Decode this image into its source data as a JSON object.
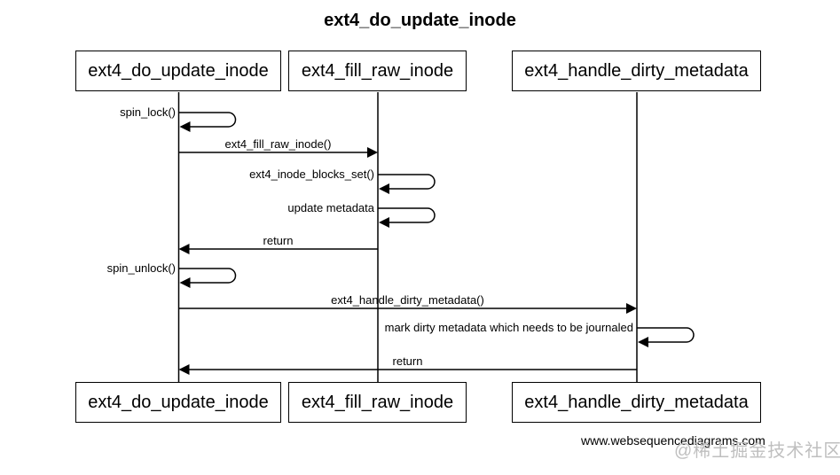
{
  "title": "ext4_do_update_inode",
  "participants": [
    {
      "label": "ext4_do_update_inode"
    },
    {
      "label": "ext4_fill_raw_inode"
    },
    {
      "label": "ext4_handle_dirty_metadata"
    }
  ],
  "messages": [
    {
      "label": "spin_lock()",
      "kind": "self",
      "from": "ext4_do_update_inode",
      "to": "ext4_do_update_inode"
    },
    {
      "label": "ext4_fill_raw_inode()",
      "kind": "call",
      "from": "ext4_do_update_inode",
      "to": "ext4_fill_raw_inode"
    },
    {
      "label": "ext4_inode_blocks_set()",
      "kind": "self",
      "from": "ext4_fill_raw_inode",
      "to": "ext4_fill_raw_inode"
    },
    {
      "label": "update metadata",
      "kind": "self",
      "from": "ext4_fill_raw_inode",
      "to": "ext4_fill_raw_inode"
    },
    {
      "label": "return",
      "kind": "return",
      "from": "ext4_fill_raw_inode",
      "to": "ext4_do_update_inode"
    },
    {
      "label": "spin_unlock()",
      "kind": "self",
      "from": "ext4_do_update_inode",
      "to": "ext4_do_update_inode"
    },
    {
      "label": "ext4_handle_dirty_metadata()",
      "kind": "call",
      "from": "ext4_do_update_inode",
      "to": "ext4_handle_dirty_metadata"
    },
    {
      "label": "mark dirty metadata which needs to be journaled",
      "kind": "self",
      "from": "ext4_handle_dirty_metadata",
      "to": "ext4_handle_dirty_metadata"
    },
    {
      "label": "return",
      "kind": "return",
      "from": "ext4_handle_dirty_metadata",
      "to": "ext4_do_update_inode"
    }
  ],
  "footer": {
    "credit": "www.websequencediagrams.com",
    "watermark": "@稀土掘金技术社区"
  },
  "colors": {
    "line": "#000000",
    "background": "#ffffff",
    "watermark_text": "#bfbfbf"
  }
}
